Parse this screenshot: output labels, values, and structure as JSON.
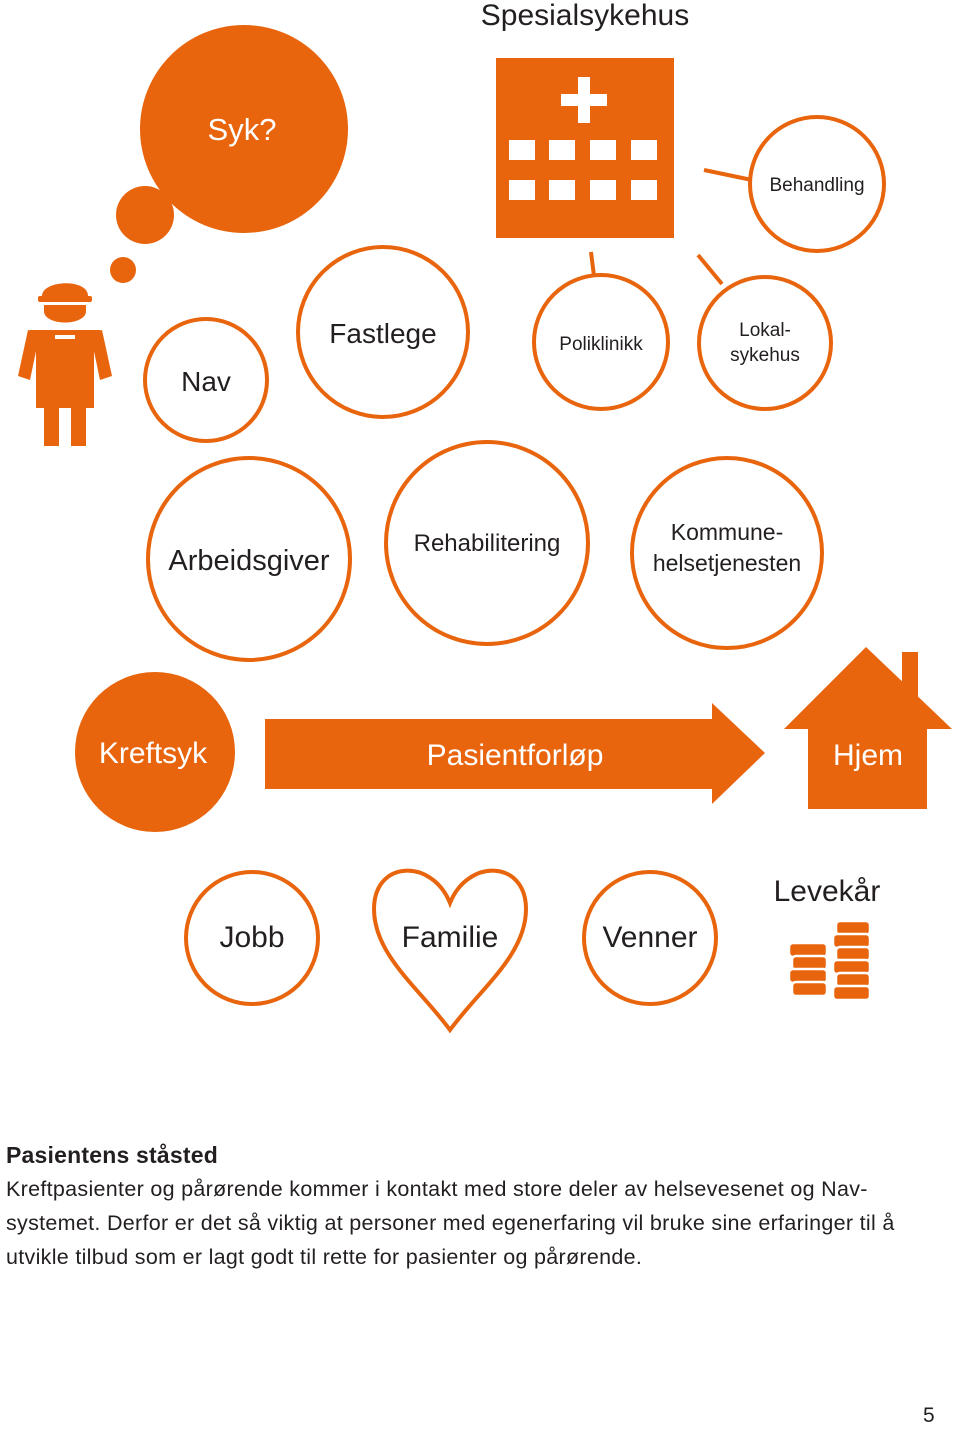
{
  "diagram": {
    "title": "Spesialsykehus",
    "thought": "Syk?",
    "behandling": "Behandling",
    "nav": "Nav",
    "fastlege": "Fastlege",
    "poliklinikk": "Poliklinikk",
    "lokal_line1": "Lokal-",
    "lokal_line2": "sykehus",
    "arbeidsgiver": "Arbeidsgiver",
    "rehabilitering": "Rehabilitering",
    "kommune_line1": "Kommune-",
    "kommune_line2": "helsetjenesten",
    "kreftsyk": "Kreftsyk",
    "pasientforlop": "Pasientforløp",
    "hjem": "Hjem",
    "jobb": "Jobb",
    "familie": "Familie",
    "venner": "Venner",
    "levekar": "Levekår",
    "icons": [
      "person-icon",
      "hospital-icon",
      "house-icon",
      "heart-icon",
      "coins-icon"
    ]
  },
  "colors": {
    "accent": "#e8650d",
    "text": "#231f20"
  },
  "caption": {
    "heading": "Pasientens ståsted",
    "line1": "Kreftpasienter og pårørende kommer i kontakt med store deler av helsevesenet og Nav-",
    "line2": "systemet. Derfor er det så viktig at personer med egenerfaring vil bruke sine erfaringer til å",
    "line3": "utvikle tilbud som er lagt godt til rette for pasienter og pårørende."
  },
  "page_number": "5"
}
